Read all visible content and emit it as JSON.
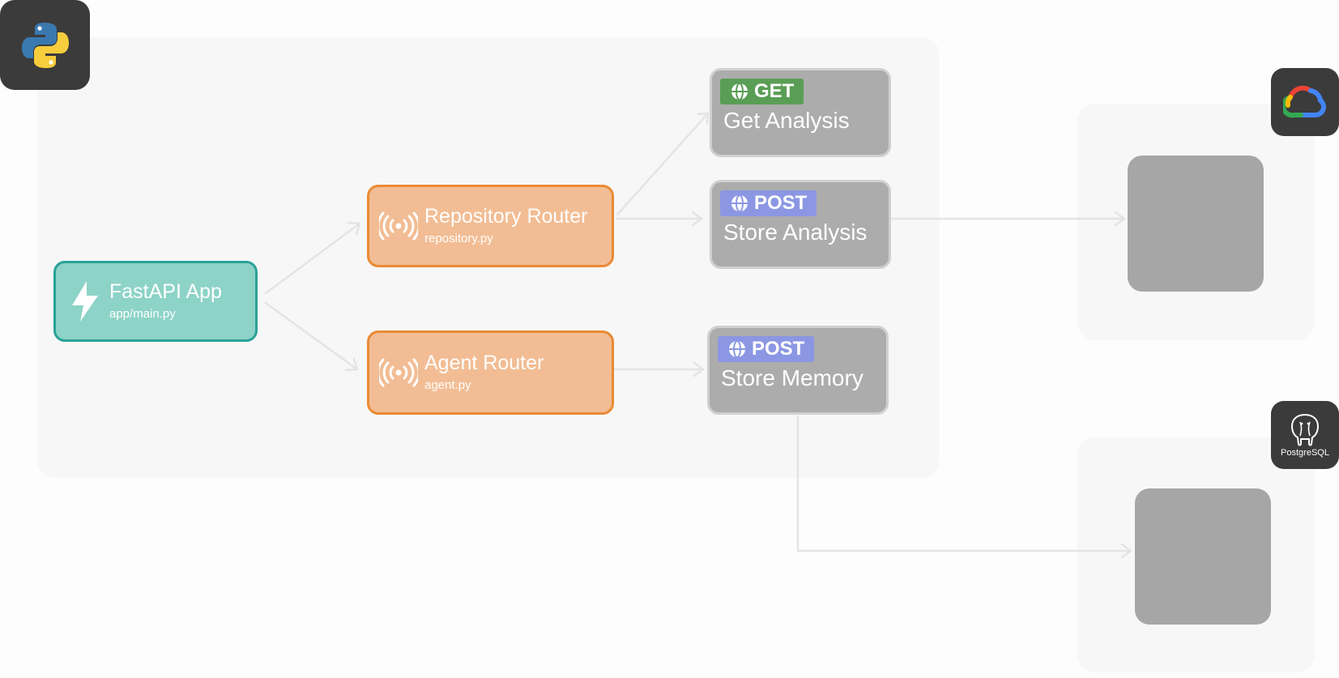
{
  "app": {
    "title": "FastAPI App",
    "file": "app/main.py"
  },
  "routers": [
    {
      "title": "Repository Router",
      "file": "repository.py"
    },
    {
      "title": "Agent Router",
      "file": "agent.py"
    }
  ],
  "endpoints": [
    {
      "method": "GET",
      "title": "Get Analysis"
    },
    {
      "method": "POST",
      "title": "Store Analysis"
    },
    {
      "method": "POST",
      "title": "Store Memory"
    }
  ],
  "services": {
    "postgres_label": "PostgreSQL"
  },
  "icons": {
    "python": "python-logo-icon",
    "gcp": "google-cloud-logo-icon",
    "postgres": "postgresql-elephant-icon",
    "bolt": "lightning-bolt-icon",
    "router": "broadcast-signal-icon",
    "globe": "globe-icon"
  },
  "colors": {
    "app_fill": "#8dd3c7",
    "app_border": "#2aa198",
    "router_fill": "#f2bd94",
    "router_border": "#ea8a35",
    "endpoint_fill": "#acacac",
    "get_badge": "#5a9e56",
    "post_badge": "#8b97e3"
  }
}
